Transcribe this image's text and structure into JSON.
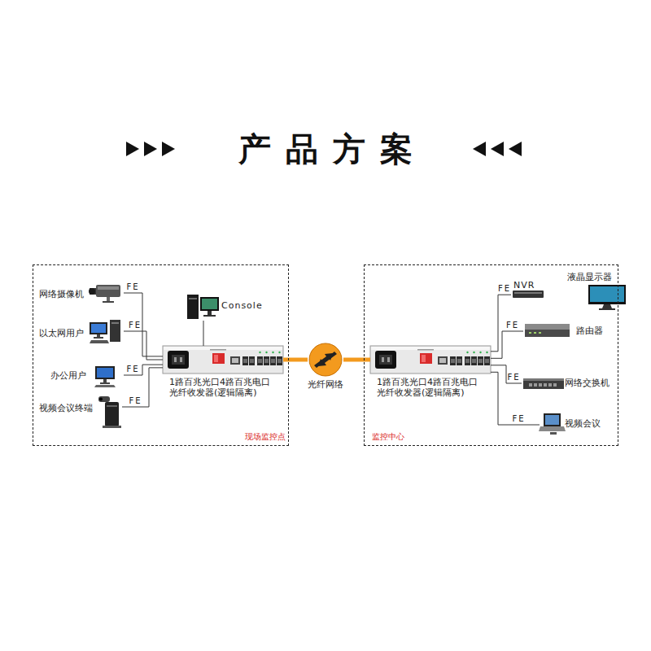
{
  "diagram": {
    "title": "产品方案",
    "nodes": [
      {
        "text": [
          "现场监控点"
        ]
      },
      {
        "text": [
          "网络摄像机"
        ],
        "in": 0
      },
      {
        "text": [
          "Console"
        ],
        "in": 0
      },
      {
        "text": [
          "以太网用户"
        ],
        "in": 0
      },
      {
        "text": [
          "1路百兆光口4路百兆电口 光纤收发器(逻辑隔离)"
        ],
        "in": 0
      },
      {
        "text": [
          "办公用户"
        ],
        "in": 0
      },
      {
        "text": [
          "视频会议终端"
        ],
        "in": 0
      },
      {
        "text": [
          "光纤网络"
        ]
      },
      {
        "text": [
          "监控中心"
        ]
      },
      {
        "text": [
          "NVR"
        ],
        "in": 8
      },
      {
        "text": [
          "液晶显示器"
        ],
        "in": 8
      },
      {
        "text": [
          "1路百兆光口4路百兆电口 光纤收发器(逻辑隔离)"
        ],
        "in": 8
      },
      {
        "text": [
          "路由器"
        ],
        "in": 8
      },
      {
        "text": [
          "网络交换机"
        ],
        "in": 8
      },
      {
        "text": [
          "视频会议"
        ],
        "in": 8
      }
    ],
    "edges": [
      {
        "from": 1,
        "to": 4,
        "label": "FE",
        "arrow": "none"
      },
      {
        "from": 3,
        "to": 4,
        "label": "FE",
        "arrow": "none"
      },
      {
        "from": 5,
        "to": 4,
        "label": "FE",
        "arrow": "none"
      },
      {
        "from": 6,
        "to": 4,
        "label": "FE",
        "arrow": "none"
      },
      {
        "from": 2,
        "to": 4,
        "arrow": "none"
      },
      {
        "from": 4,
        "to": 7,
        "arrow": "none"
      },
      {
        "from": 7,
        "to": 11,
        "arrow": "none"
      },
      {
        "from": 11,
        "to": 9,
        "label": "FE",
        "arrow": "none"
      },
      {
        "from": 11,
        "to": 12,
        "label": "FE",
        "arrow": "none"
      },
      {
        "from": 11,
        "to": 13,
        "label": "FE",
        "arrow": "none"
      },
      {
        "from": 11,
        "to": 14,
        "label": "FE",
        "arrow": "none"
      }
    ]
  }
}
